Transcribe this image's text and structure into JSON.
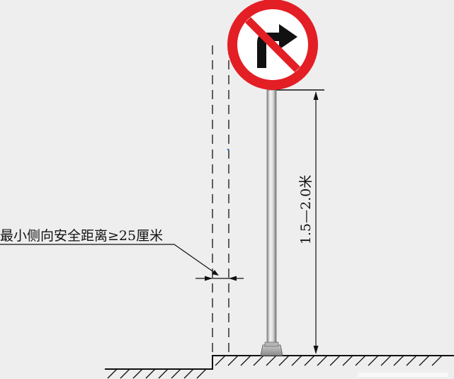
{
  "annotations": {
    "clearance": "最小侧向安全距离≥25厘米",
    "height_range": "1.5—2.0米"
  },
  "sign": {
    "type": "no-right-turn",
    "icon": "no-right-turn-icon",
    "ring_color": "#e31e25",
    "face_color": "#ffffff",
    "arrow_color": "#111111"
  },
  "colors": {
    "background": "#eeeeee",
    "line": "#111111",
    "pole_light": "#f2f2f2",
    "pole_dark": "#8c8c8c"
  }
}
